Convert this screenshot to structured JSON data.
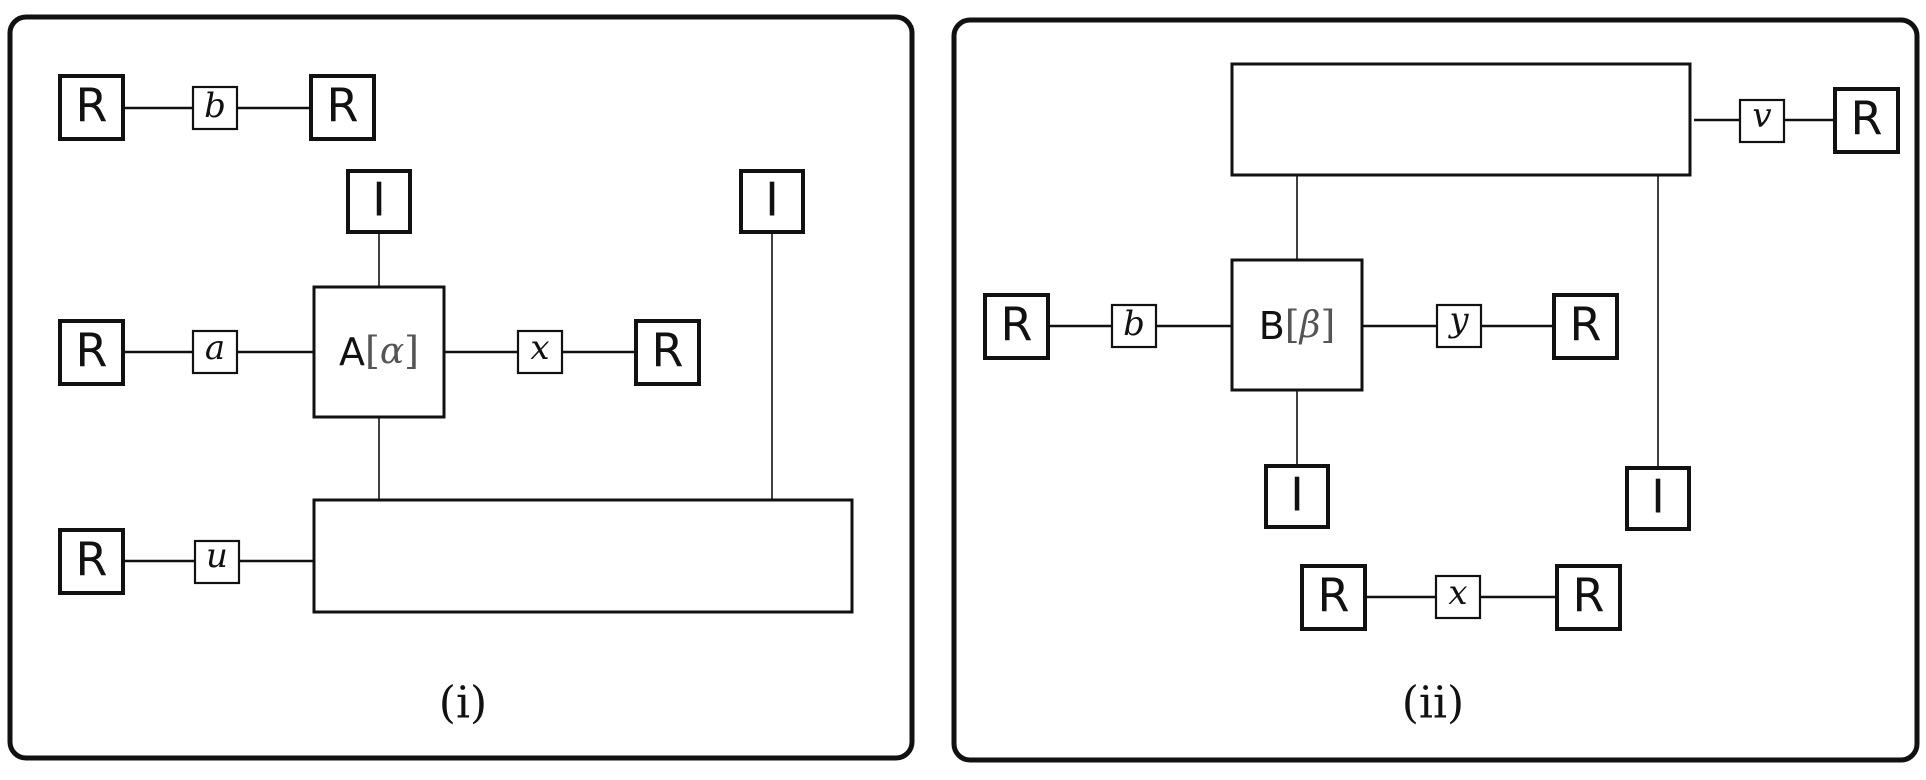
{
  "panels": [
    {
      "caption": "(i)",
      "box_text": {
        "r": "R",
        "i": "I",
        "b": "b",
        "a": "a",
        "x": "x",
        "u": "u",
        "big_a_name": "A",
        "big_a_param": "α"
      }
    },
    {
      "caption": "(ii)",
      "box_text": {
        "r": "R",
        "i": "I",
        "b": "b",
        "y": "y",
        "v": "v",
        "x": "x",
        "big_b_name": "B",
        "big_b_param": "β"
      }
    }
  ],
  "brackets": {
    "open": "[",
    "close": "]"
  }
}
